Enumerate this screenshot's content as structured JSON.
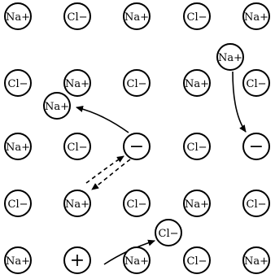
{
  "ions": [
    {
      "id": "r1c1",
      "label": "Na+"
    },
    {
      "id": "r1c2",
      "label": "Cl−"
    },
    {
      "id": "r1c3",
      "label": "Na+"
    },
    {
      "id": "r1c4",
      "label": "Cl−"
    },
    {
      "id": "r1c5",
      "label": "Na+"
    },
    {
      "id": "r2c1",
      "label": "Cl−"
    },
    {
      "id": "r2c2",
      "label": "Na+"
    },
    {
      "id": "r2c3",
      "label": "Cl−"
    },
    {
      "id": "r2c4",
      "label": "Na+"
    },
    {
      "id": "r2c5",
      "label": "Cl−"
    },
    {
      "id": "r3c1",
      "label": "Na+"
    },
    {
      "id": "r3c2",
      "label": "Cl−"
    },
    {
      "id": "r3c3",
      "label": "−"
    },
    {
      "id": "r3c4",
      "label": "Cl−"
    },
    {
      "id": "r3c5",
      "label": "−"
    },
    {
      "id": "r4c1",
      "label": "Cl−"
    },
    {
      "id": "r4c2",
      "label": "Na+"
    },
    {
      "id": "r4c3",
      "label": "Cl−"
    },
    {
      "id": "r4c4",
      "label": "Na+"
    },
    {
      "id": "r4c5",
      "label": "Cl−"
    },
    {
      "id": "r5c1",
      "label": "Na+"
    },
    {
      "id": "r5c2",
      "label": "+"
    },
    {
      "id": "r5c3",
      "label": "Na+"
    },
    {
      "id": "r5c4",
      "label": "Cl−"
    },
    {
      "id": "r5c5",
      "label": "Na+"
    },
    {
      "id": "na_interstitial_left",
      "label": "Na+"
    },
    {
      "id": "na_interstitial_right",
      "label": "Na+"
    },
    {
      "id": "cl_interstitial",
      "label": "Cl−"
    }
  ]
}
